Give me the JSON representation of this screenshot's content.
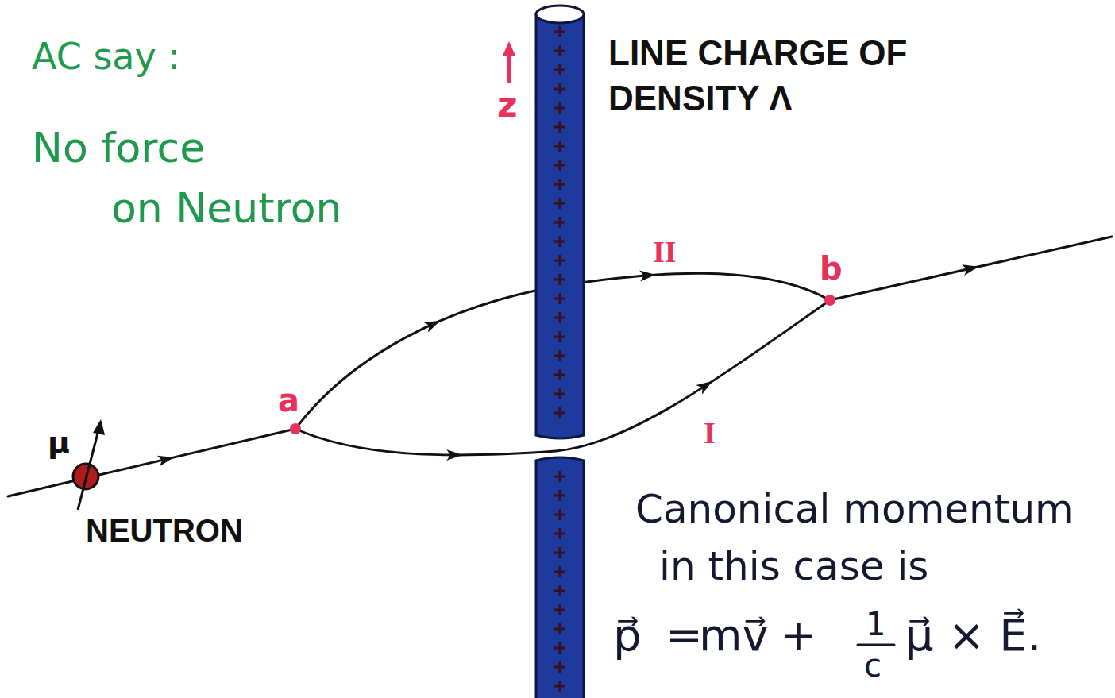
{
  "diagram": {
    "labels": [
      "AC say :",
      "No force",
      "on Neutron",
      "z",
      "LINE CHARGE OF DENSITY Λ",
      "II",
      "b",
      "a",
      "I",
      "μ",
      "NEUTRON",
      "Canonical momentum",
      "in this case is",
      "p⃗",
      "=",
      "mv⃗",
      "+",
      "1",
      "c",
      "μ⃗ × E⃗."
    ]
  }
}
